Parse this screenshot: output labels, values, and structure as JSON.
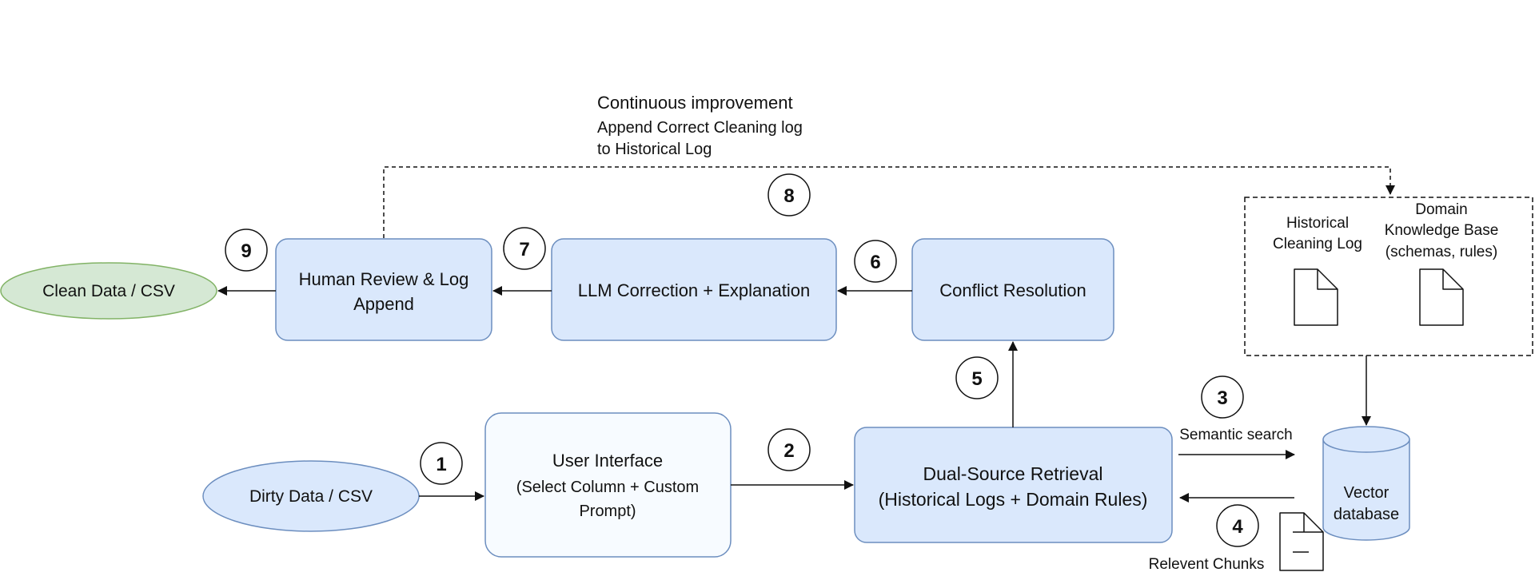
{
  "feedback": {
    "title": "Continuous improvement",
    "line1": "Append Correct Cleaning log",
    "line2": "to Historical Log"
  },
  "nodes": {
    "dirty_data": "Dirty Data / CSV",
    "clean_data": "Clean Data / CSV",
    "user_interface": {
      "title": "User Interface",
      "line2": "(Select Column + Custom",
      "line3": "Prompt)"
    },
    "retrieval": {
      "line1": "Dual-Source Retrieval",
      "line2": "(Historical Logs + Domain Rules)"
    },
    "conflict": "Conflict Resolution",
    "llm": "LLM Correction + Explanation",
    "human_review": {
      "line1": "Human Review & Log",
      "line2": "Append"
    },
    "vector_db": {
      "line1": "Vector",
      "line2": "database"
    },
    "knowledge": {
      "historical_line1": "Historical",
      "historical_line2": "Cleaning Log",
      "domain_line1": "Domain",
      "domain_line2": "Knowledge Base",
      "domain_line3": "(schemas, rules)"
    }
  },
  "edges": {
    "semantic_search": "Semantic search",
    "relevant_chunks": "Relevent Chunks"
  },
  "steps": [
    "1",
    "2",
    "3",
    "4",
    "5",
    "6",
    "7",
    "8",
    "9"
  ],
  "colors": {
    "box_fill": "#dae8fc",
    "box_stroke": "#6c8ebf",
    "ui_fill": "#f7fbff",
    "clean_fill": "#d5e8d4",
    "clean_stroke": "#82b366"
  }
}
